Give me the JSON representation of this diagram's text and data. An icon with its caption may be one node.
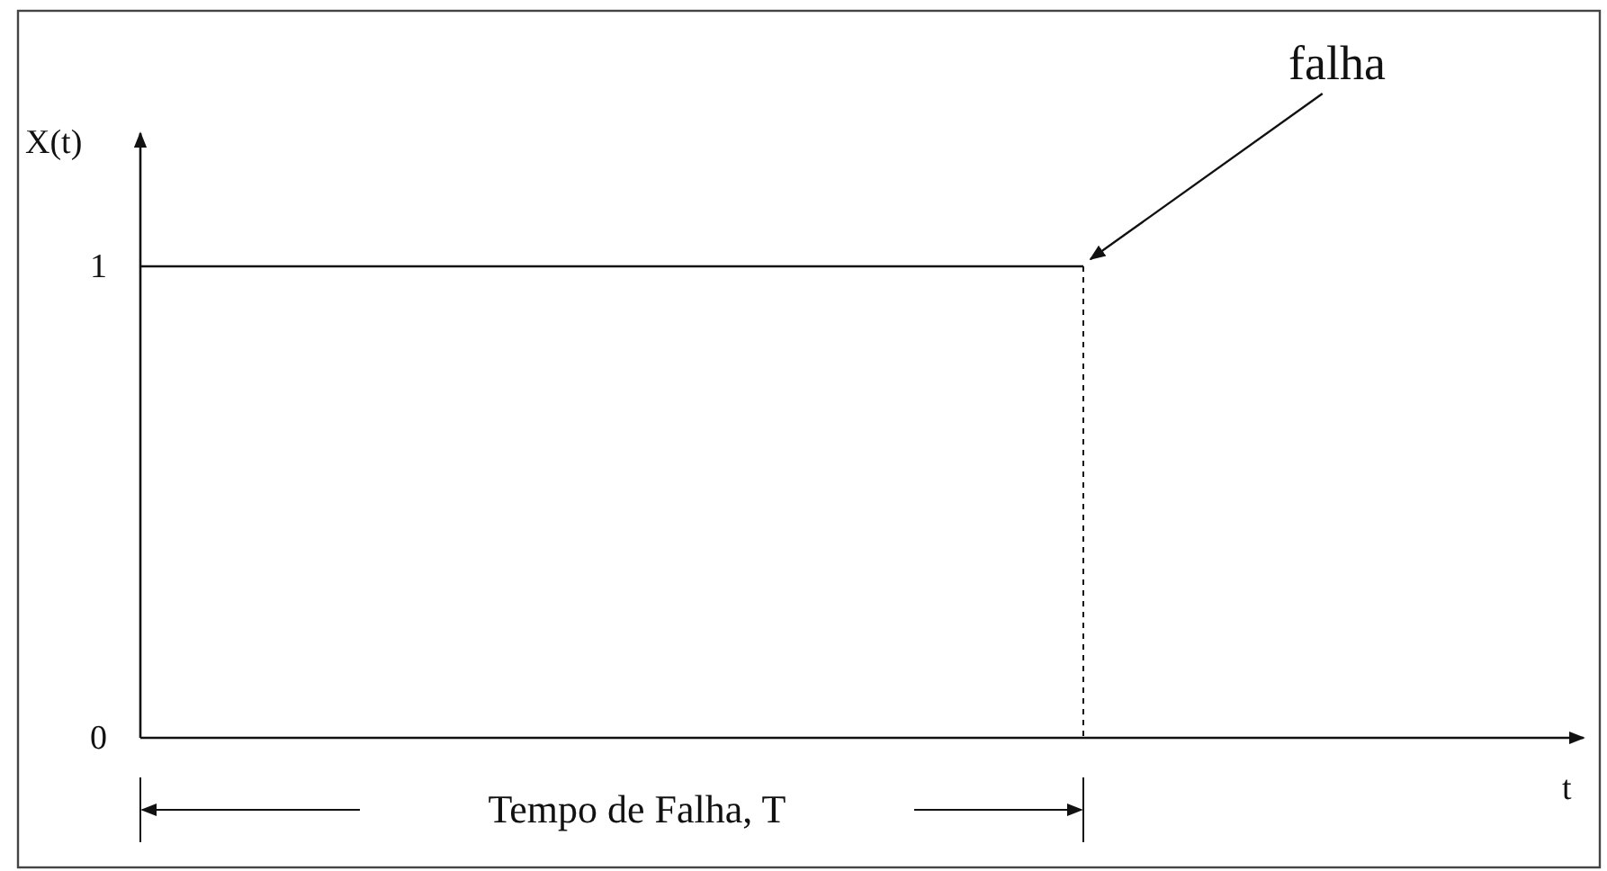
{
  "diagram": {
    "nodes": [
      {
        "text": [
          "falha"
        ]
      },
      {
        "text": [],
        "shape": "line"
      }
    ],
    "edges": [
      {
        "from": 0,
        "to": 1,
        "arrow": "to"
      }
    ],
    "labels": [
      "X(t)",
      "1",
      "0",
      "t",
      "Tempo de Falha, T"
    ]
  }
}
